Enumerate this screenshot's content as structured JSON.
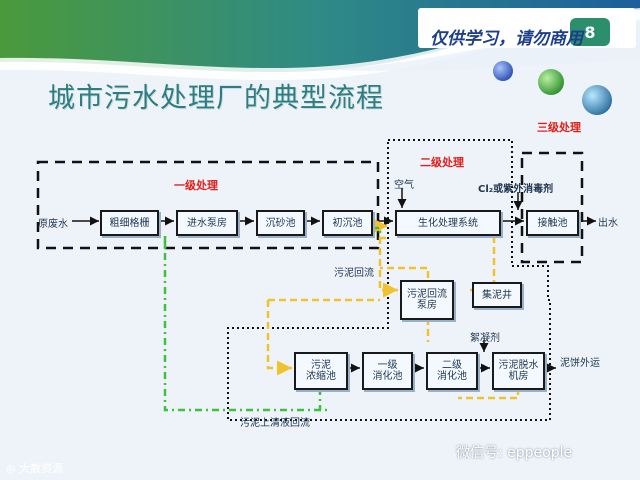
{
  "header": {
    "slogan": "仅供学习，请勿商用",
    "title": "城市污水处理厂的典型流程"
  },
  "stages": {
    "primary": "一级处理",
    "secondary": "二级处理",
    "tertiary": "三级处理"
  },
  "labels": {
    "raw_water": "原废水",
    "effluent": "出水",
    "air": "空气",
    "disinfectant": "Cl₂或紫外消毒剂",
    "sludge_return": "污泥回流",
    "flocculant": "絮凝剂",
    "cake_out": "泥饼外运",
    "supernatant_return": "污泥上清液回流"
  },
  "units": {
    "screen": "粗细格栅",
    "pump_house": "进水泵房",
    "grit": "沉砂池",
    "primary_clarifier": "初沉池",
    "biological": "生化处理系统",
    "contact": "接触池",
    "sludge_pump": "污泥回流\n泵房",
    "sludge_well": "集泥井",
    "thickener": "污泥\n浓缩池",
    "digester1": "一级\n消化池",
    "digester2": "二级\n消化池",
    "dewatering": "污泥脱水\n机房"
  },
  "watermarks": {
    "bottom_left": "◎ 大散资源",
    "bottom_right": "微信号: eppeople"
  },
  "colors": {
    "arrow_main": "#111111",
    "sludge_line": "#f2c12e",
    "return_line": "#3cc23c",
    "stage_label": "#e0201b",
    "title": "#2f7d80"
  }
}
